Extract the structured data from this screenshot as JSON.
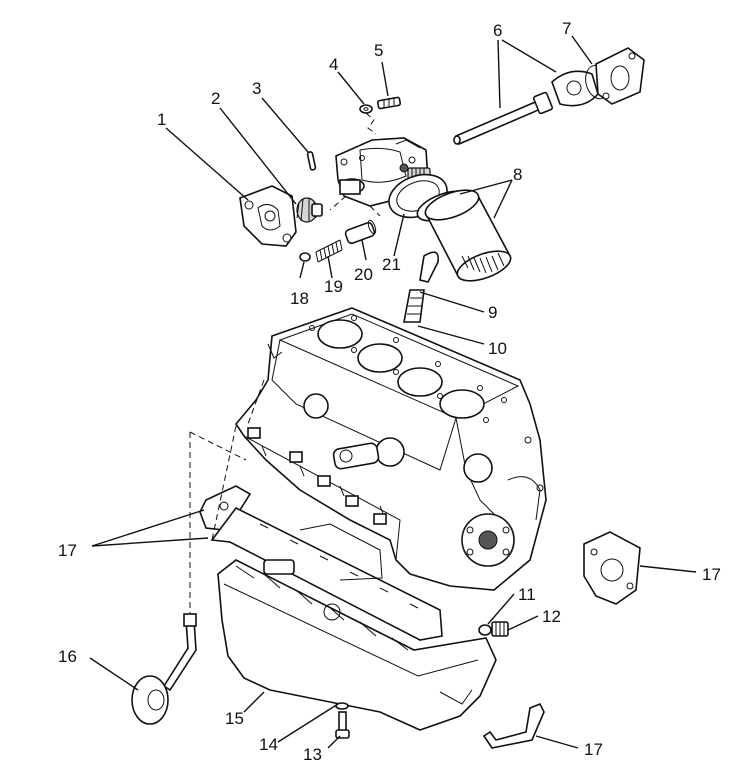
{
  "callouts": {
    "c1": "1",
    "c2": "2",
    "c3": "3",
    "c4": "4",
    "c5": "5",
    "c6": "6",
    "c7": "7",
    "c8": "8",
    "c9": "9",
    "c10": "10",
    "c11": "11",
    "c12": "12",
    "c13": "13",
    "c14": "14",
    "c15": "15",
    "c16": "16",
    "c17a": "17",
    "c17b": "17",
    "c17c": "17",
    "c18": "18",
    "c19": "19",
    "c20": "20",
    "c21": "21"
  }
}
